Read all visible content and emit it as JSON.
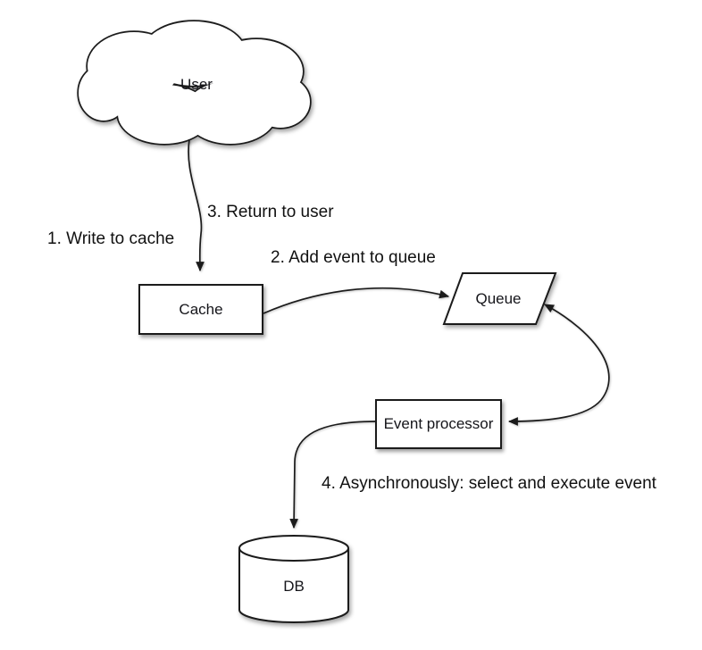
{
  "colors": {
    "background": "#ffffff",
    "line": "#1b1b1b",
    "text": "#15151a",
    "shape_fill": "#ffffff"
  },
  "nodes": {
    "user": {
      "label": "User",
      "shape": "cloud"
    },
    "cache": {
      "label": "Cache",
      "shape": "rectangle"
    },
    "queue": {
      "label": "Queue",
      "shape": "parallelogram"
    },
    "event_processor": {
      "label": "Event processor",
      "shape": "rectangle"
    },
    "db": {
      "label": "DB",
      "shape": "cylinder"
    }
  },
  "step_labels": {
    "step1": {
      "text": "1. Write to cache"
    },
    "step2": {
      "text": "2. Add event to queue"
    },
    "step3": {
      "text": "3. Return to user"
    },
    "step4": {
      "text": "4. Asynchronously: select and execute event"
    }
  },
  "edges": [
    {
      "from": "user",
      "to": "cache",
      "annotations": [
        "1. Write to cache",
        "3. Return to user"
      ]
    },
    {
      "from": "cache",
      "to": "queue",
      "annotations": [
        "2. Add event to queue"
      ]
    },
    {
      "from": "queue",
      "to": "event_processor",
      "bidirectional_arrowheads": true,
      "annotations": []
    },
    {
      "from": "event_processor",
      "to": "db",
      "annotations": [
        "4. Asynchronously: select and execute event"
      ]
    }
  ]
}
